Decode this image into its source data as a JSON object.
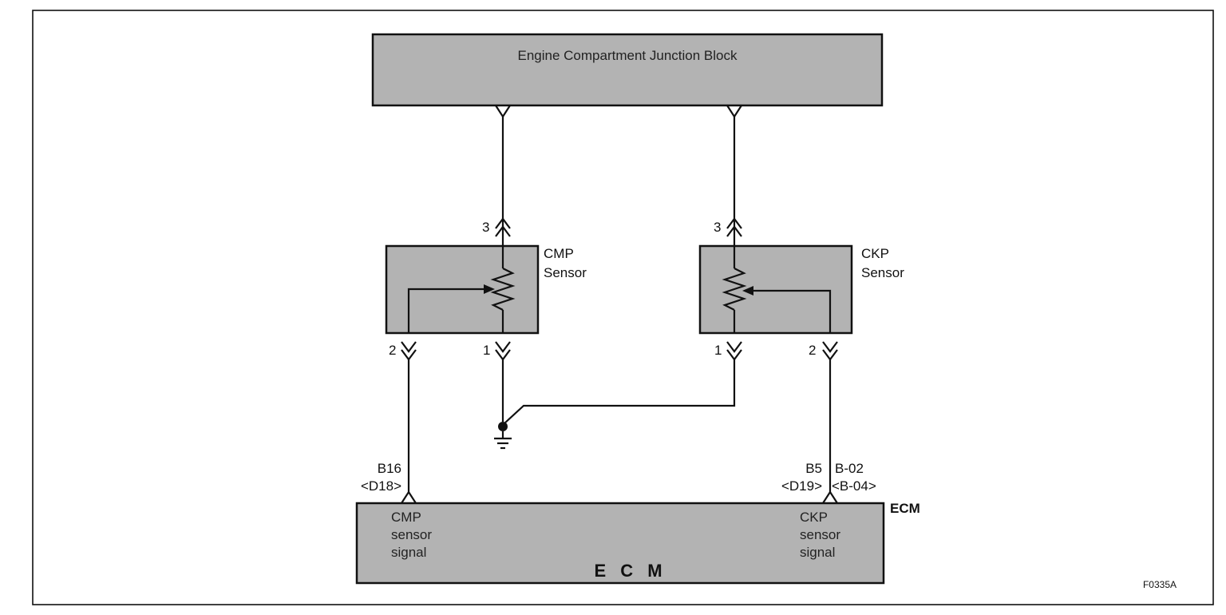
{
  "junction_block": {
    "label": "Engine Compartment Junction Block"
  },
  "cmp_sensor": {
    "line1": "CMP",
    "line2": "Sensor",
    "pin_top": "3",
    "pin_left": "2",
    "pin_right": "1"
  },
  "ckp_sensor": {
    "line1": "CKP",
    "line2": "Sensor",
    "pin_top": "3",
    "pin_left": "1",
    "pin_right": "2"
  },
  "ecm": {
    "tag": "ECM",
    "center_label": "E C M",
    "cmp_signal": [
      "CMP",
      "sensor",
      "signal"
    ],
    "ckp_signal": [
      "CKP",
      "sensor",
      "signal"
    ],
    "cmp_pin": [
      "B16",
      "<D18>"
    ],
    "ckp_pin_a": [
      "B5",
      "<D19>"
    ],
    "ckp_pin_b": [
      "B-02",
      "<B-04>"
    ]
  },
  "figure_code": "F0335A",
  "colors": {
    "block_fill": "#b3b3b3",
    "line": "#111111",
    "background": "#ffffff"
  }
}
